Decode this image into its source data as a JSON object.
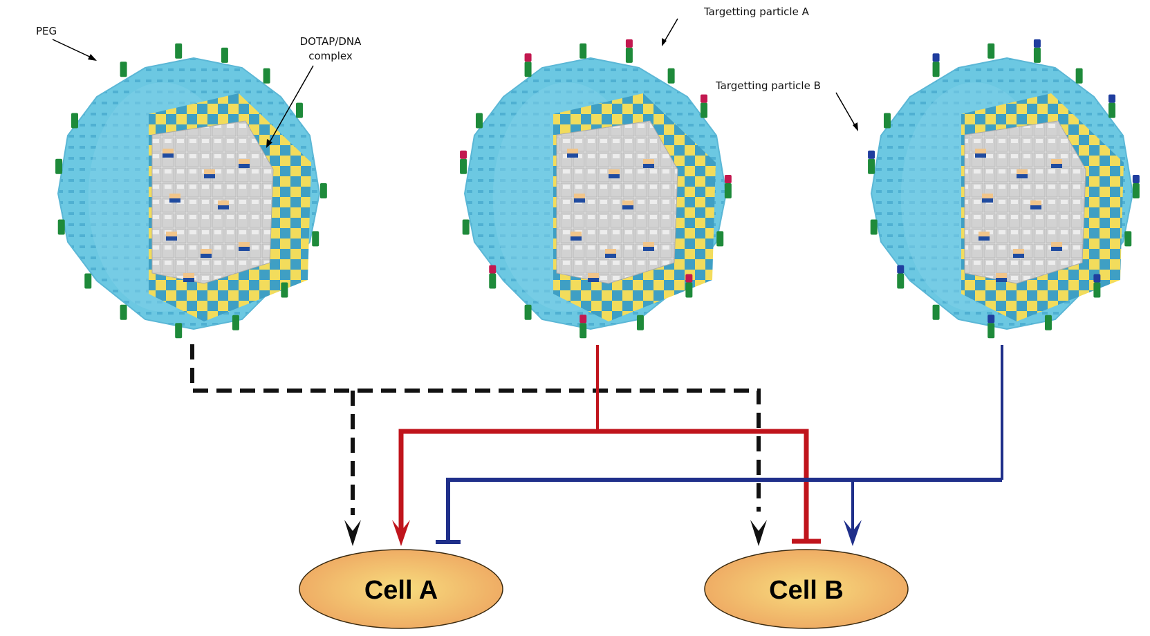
{
  "labels": {
    "peg": "PEG",
    "dotap_line1": "DOTAP/DNA",
    "dotap_line2": "complex",
    "targeting_a": "Targetting particle A",
    "targeting_b": "Targetting particle B"
  },
  "particles": [
    {
      "id": "untargeted",
      "ligand": "none",
      "ligand_color": "#1e8a3a"
    },
    {
      "id": "targeted-a",
      "ligand": "Targetting particle A",
      "ligand_color": "#c2184f"
    },
    {
      "id": "targeted-b",
      "ligand": "Targetting particle B",
      "ligand_color": "#1f3d9e"
    }
  ],
  "cells": [
    {
      "label": "Cell A"
    },
    {
      "label": "Cell B"
    }
  ],
  "pathways": [
    {
      "from": "untargeted",
      "to": "Cell A",
      "type": "non-specific uptake",
      "style": "dashed-arrow",
      "color": "#111111"
    },
    {
      "from": "untargeted",
      "to": "Cell B",
      "type": "non-specific uptake",
      "style": "dashed-arrow",
      "color": "#111111"
    },
    {
      "from": "targeted-a",
      "to": "Cell A",
      "type": "promotes",
      "style": "arrow",
      "color": "#c0141c"
    },
    {
      "from": "targeted-a",
      "to": "Cell B",
      "type": "inhibits",
      "style": "tee",
      "color": "#c0141c"
    },
    {
      "from": "targeted-b",
      "to": "Cell A",
      "type": "inhibits",
      "style": "tee",
      "color": "#1f2f8a"
    },
    {
      "from": "targeted-b",
      "to": "Cell B",
      "type": "promotes",
      "style": "arrow",
      "color": "#1f2f8a"
    }
  ],
  "colors": {
    "shell_blue": "#6cc8e2",
    "shell_dark": "#3f9fc4",
    "shell_yellow": "#f2dc5c",
    "core_grey": "#dcdcdc",
    "peg_green": "#1e8a3a",
    "cell_fill": "#f2b267",
    "cell_center": "#f6d47a"
  }
}
